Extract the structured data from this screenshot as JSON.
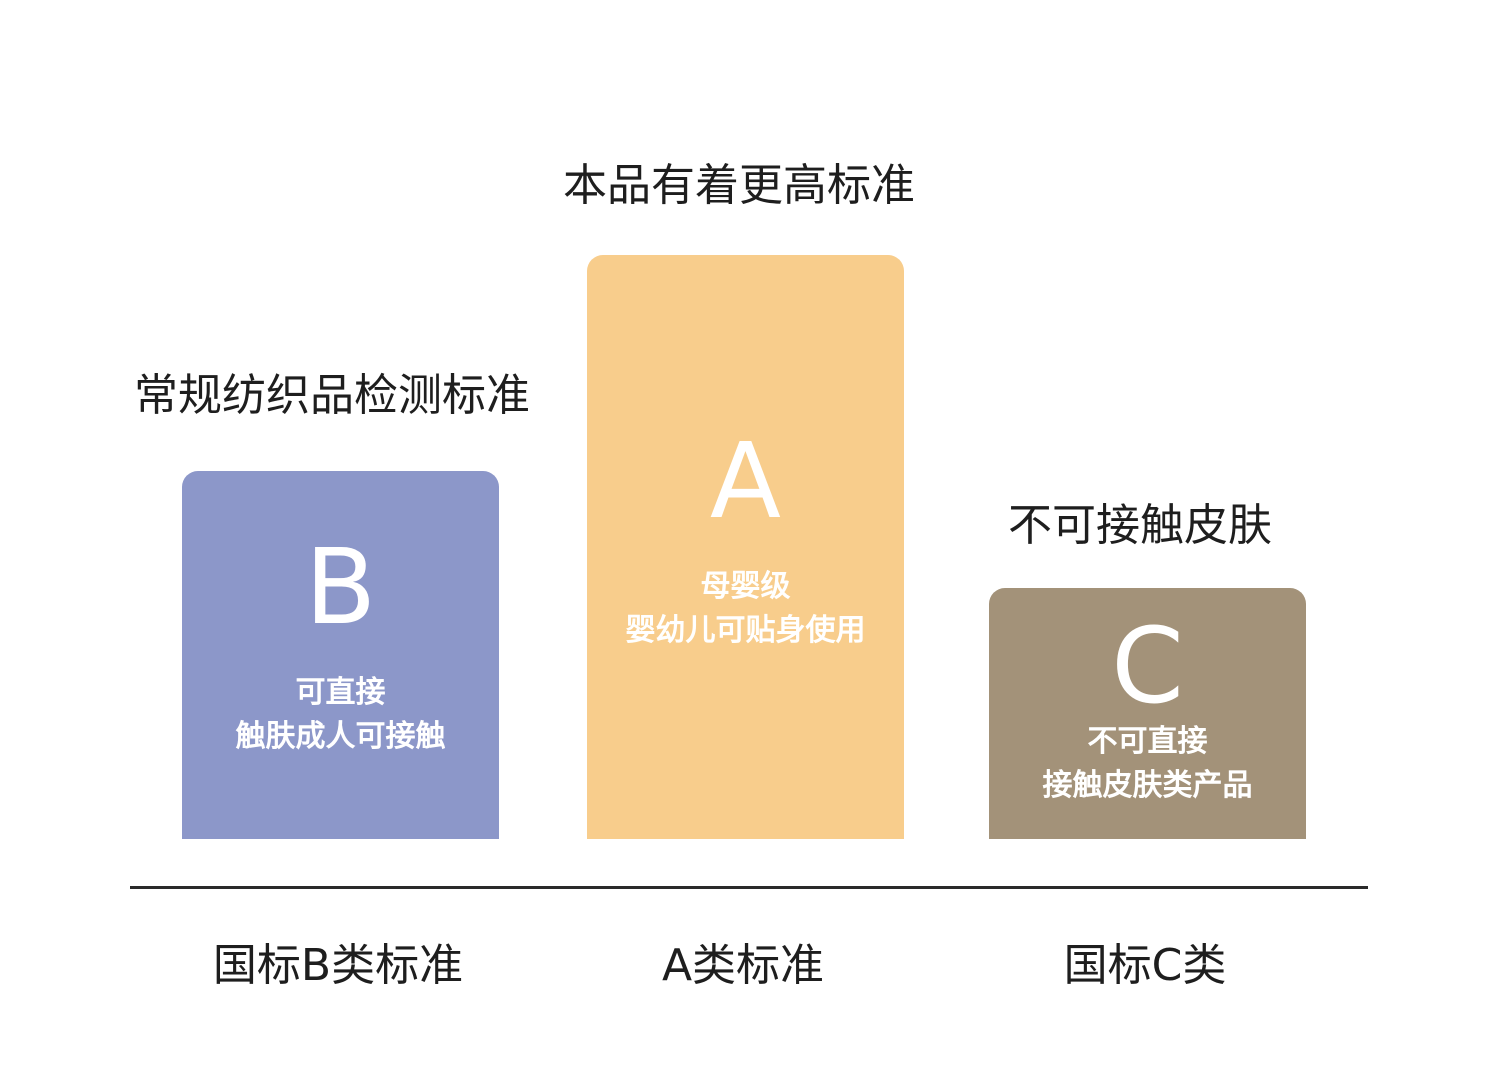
{
  "colors": {
    "b_block": "#8c97c9",
    "a_block": "#f8cd8c",
    "c_block": "#a39279",
    "baseline": "#2a2a2a"
  },
  "columns": [
    {
      "top_label": "常规纺织品检测标准",
      "letter": "B",
      "desc_line1": "可直接",
      "desc_line2": "触肤成人可接触",
      "bottom_label": "国标B类标准"
    },
    {
      "top_label": "本品有着更高标准",
      "letter": "A",
      "desc_line1": "母婴级",
      "desc_line2": "婴幼儿可贴身使用",
      "bottom_label": "A类标准"
    },
    {
      "top_label": "不可接触皮肤",
      "letter": "C",
      "desc_line1": "不可直接",
      "desc_line2": "接触皮肤类产品",
      "bottom_label": "国标C类"
    }
  ]
}
